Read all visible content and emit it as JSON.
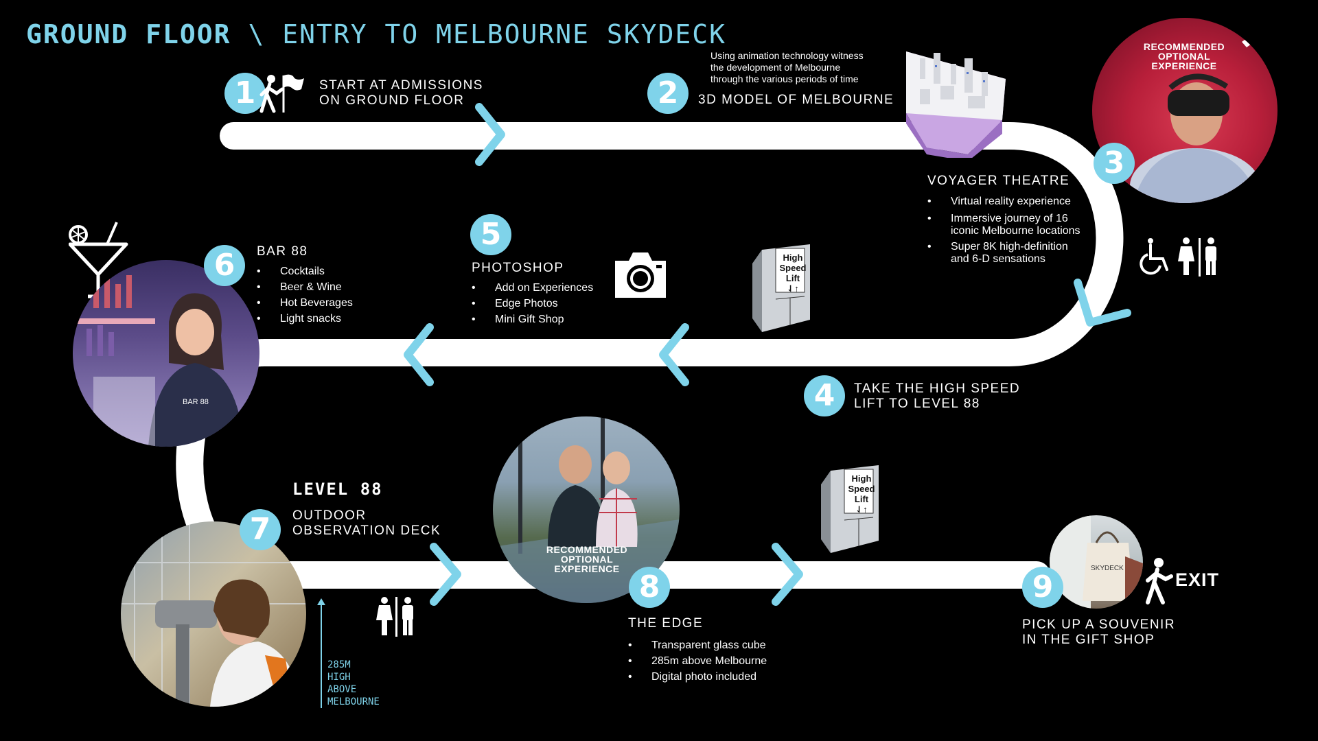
{
  "header": {
    "part1": "GROUND FLOOR",
    "part2": "\\ ENTRY TO MELBOURNE SKYDECK"
  },
  "colors": {
    "accent": "#7fd3ea",
    "background": "#000000",
    "path": "#ffffff"
  },
  "steps": [
    {
      "number": "1",
      "line1": "START AT ADMISSIONS",
      "line2": "ON GROUND FLOOR"
    },
    {
      "number": "2",
      "title": "3D MODEL OF MELBOURNE",
      "note": [
        "Using animation technology witness",
        "the development of Melbourne",
        "through the various periods of time"
      ]
    },
    {
      "number": "3",
      "title": "VOYAGER THEATRE",
      "bullets": [
        [
          "Virtual reality experience"
        ],
        [
          "Immersive journey of 16",
          "iconic Melbourne locations"
        ],
        [
          "Super 8K high-definition",
          "and 6-D sensations"
        ]
      ],
      "recommended": [
        "RECOMMENDED",
        "OPTIONAL",
        "EXPERIENCE"
      ]
    },
    {
      "number": "4",
      "line1": "TAKE THE HIGH SPEED",
      "line2": "LIFT TO  LEVEL 88"
    },
    {
      "number": "5",
      "title": "PHOTOSHOP",
      "bullets": [
        "Add on Experiences",
        "Edge Photos",
        "Mini Gift Shop"
      ]
    },
    {
      "number": "6",
      "title": "BAR 88",
      "bullets": [
        "Cocktails",
        "Beer & Wine",
        "Hot Beverages",
        "Light snacks"
      ],
      "apron_text": "BAR 88"
    },
    {
      "number": "7",
      "heading": "LEVEL 88",
      "line1": "OUTDOOR",
      "line2": "OBSERVATION DECK",
      "height_note": [
        "285M",
        "HIGH",
        "ABOVE",
        "MELBOURNE"
      ]
    },
    {
      "number": "8",
      "title": "THE EDGE",
      "bullets": [
        "Transparent glass cube",
        "285m above Melbourne",
        "Digital photo included"
      ],
      "recommended": [
        "RECOMMENDED",
        "OPTIONAL",
        "EXPERIENCE"
      ]
    },
    {
      "number": "9",
      "line1": "PICK UP A SOUVENIR",
      "line2": "IN THE GIFT SHOP",
      "bag_text": "SKYDECK"
    }
  ],
  "lift_sign": [
    "High",
    "Speed",
    "Lift",
    "⇃↑"
  ],
  "exit_label": "EXIT",
  "icons": [
    "walking-flag-icon",
    "camera-icon",
    "cocktail-icon",
    "wheelchair-icon",
    "restroom-icon",
    "exit-person-icon",
    "elevator-icon"
  ]
}
